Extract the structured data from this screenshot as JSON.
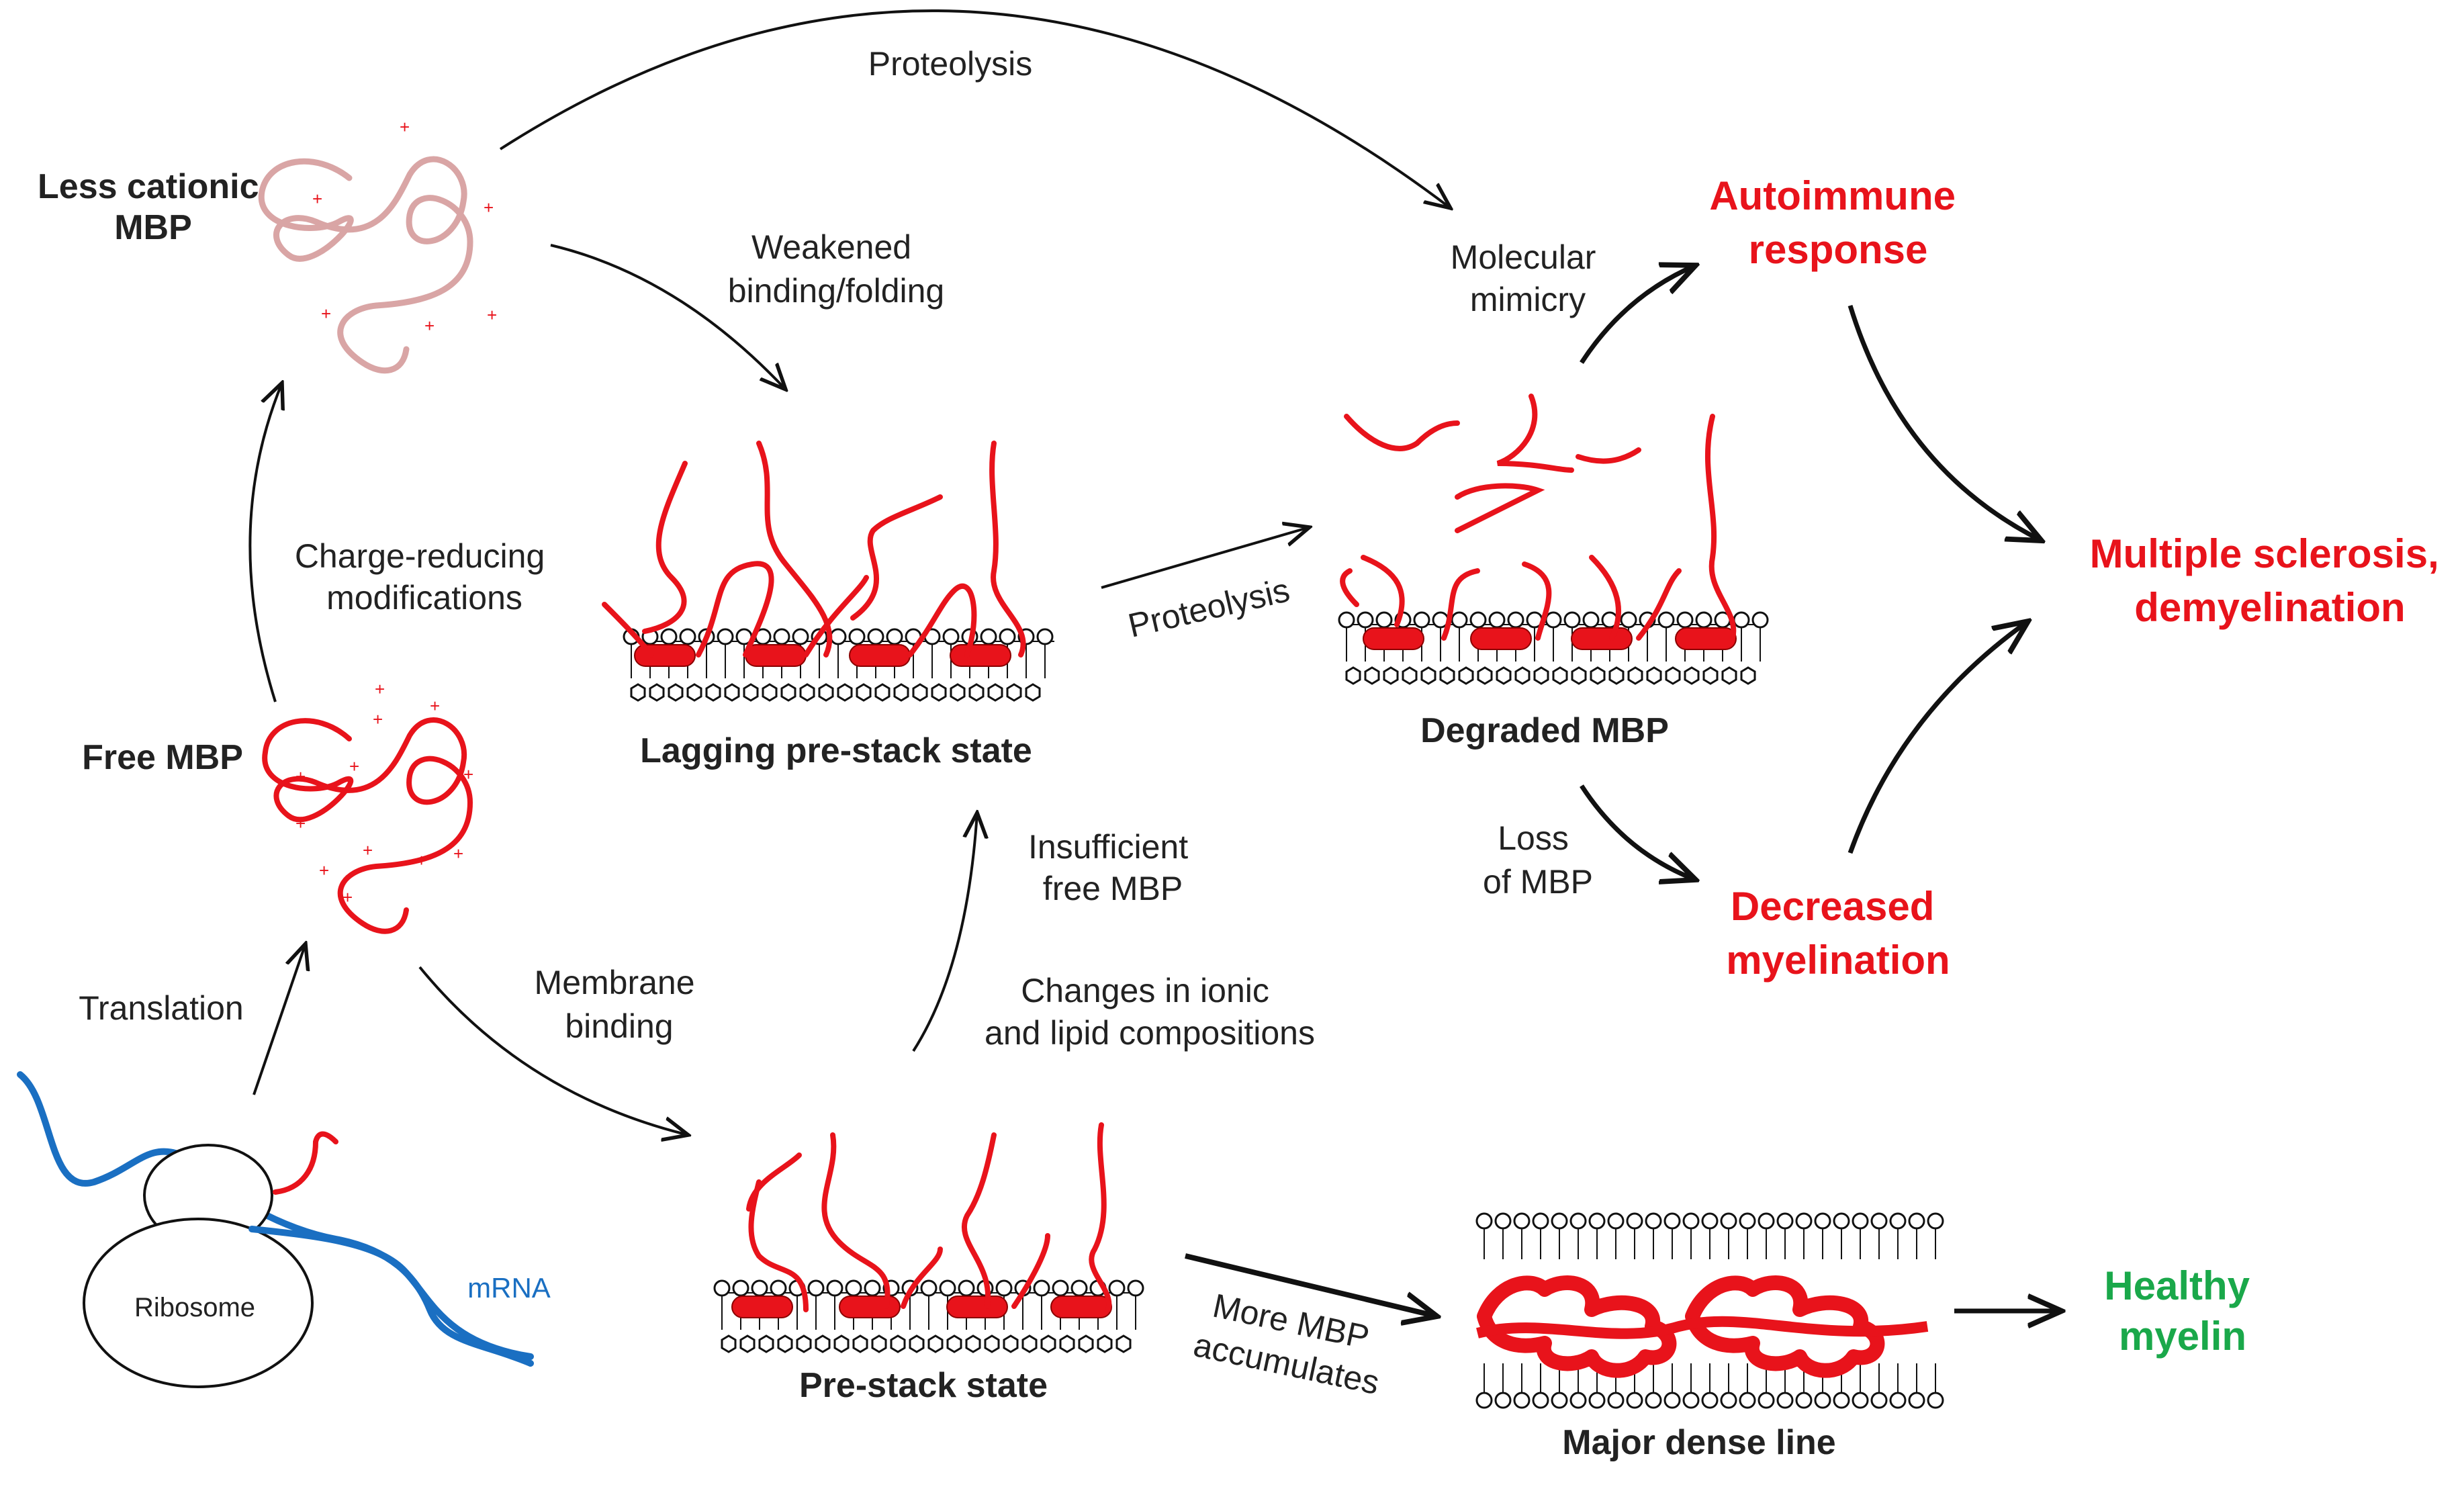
{
  "labels": {
    "proteolysis_top": "Proteolysis",
    "less_cationic": [
      "Less cationic",
      "MBP"
    ],
    "weakened": [
      "Weakened",
      "binding/folding"
    ],
    "molecular_mimicry": [
      "Molecular",
      "mimicry"
    ],
    "autoimmune": [
      "Autoimmune",
      "response"
    ],
    "charge_reducing": [
      "Charge-reducing",
      "modifications"
    ],
    "proteolysis_mid": "Proteolysis",
    "multiple_sclerosis": [
      "Multiple sclerosis,",
      "demyelination"
    ],
    "free_mbp": "Free MBP",
    "lagging": "Lagging pre-stack state",
    "degraded": "Degraded MBP",
    "insufficient": [
      "Insufficient",
      "free MBP"
    ],
    "loss_of_mbp": [
      "Loss",
      "of MBP"
    ],
    "decreased": [
      "Decreased",
      "myelination"
    ],
    "translation": "Translation",
    "membrane_binding": [
      "Membrane",
      "binding"
    ],
    "changes_ionic": [
      "Changes in ionic",
      "and lipid compositions"
    ],
    "ribosome": "Ribosome",
    "mrna": "mRNA",
    "more_mbp": [
      "More MBP",
      "accumulates"
    ],
    "pre_stack": "Pre-stack state",
    "healthy": [
      "Healthy",
      "myelin"
    ],
    "major_dense_line": "Major dense line"
  },
  "colors": {
    "text": "#222222",
    "red": "#e8131b",
    "pink": "#d9a5a5",
    "green": "#1aa84a",
    "blue": "#1a6fc2",
    "arrow": "#111111"
  }
}
